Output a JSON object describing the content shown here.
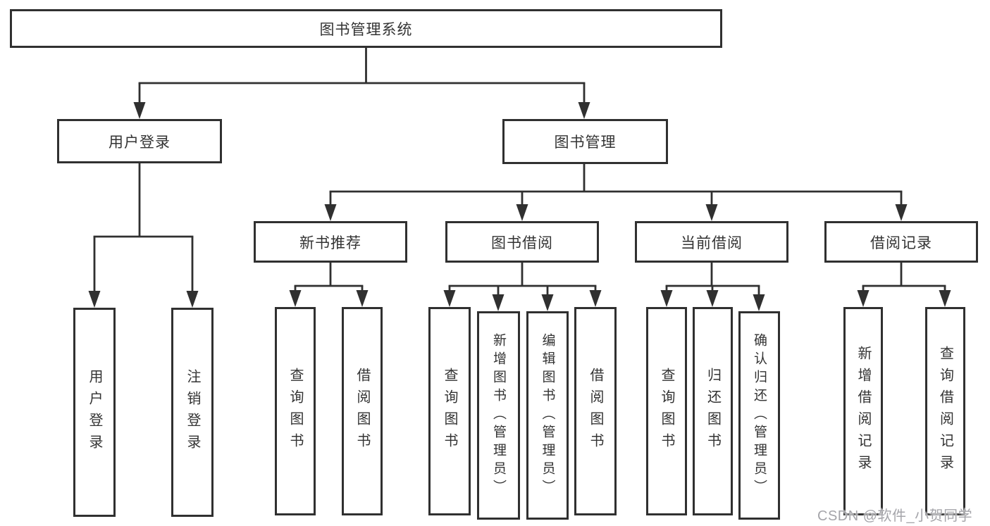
{
  "diagram": {
    "title": "图书管理系统",
    "nodes": {
      "root": "图书管理系统",
      "user_login": "用户登录",
      "book_mgmt": "图书管理",
      "new_book_rec": "新书推荐",
      "book_borrow": "图书借阅",
      "current_borrow": "当前借阅",
      "borrow_records": "借阅记录",
      "ul_user_login": "用户登录",
      "ul_logout": "注销登录",
      "nbr_query_book": "查询图书",
      "nbr_borrow_book": "借阅图书",
      "bb_query_book": "查询图书",
      "bb_add_book": "新增图书（管理员）",
      "bb_edit_book": "编辑图书（管理员）",
      "bb_borrow_book": "借阅图书",
      "cb_query_book": "查询图书",
      "cb_return_book": "归还图书",
      "cb_confirm_return": "确认归还（管理员）",
      "br_add_record": "新增借阅记录",
      "br_query_record": "查询借阅记录"
    },
    "watermark": "CSDN @软件_小贺同学",
    "colors": {
      "line": "#303030",
      "box_border": "#303030",
      "background": "#ffffff",
      "text": "#333333",
      "watermark": "#a5a5aa"
    }
  }
}
